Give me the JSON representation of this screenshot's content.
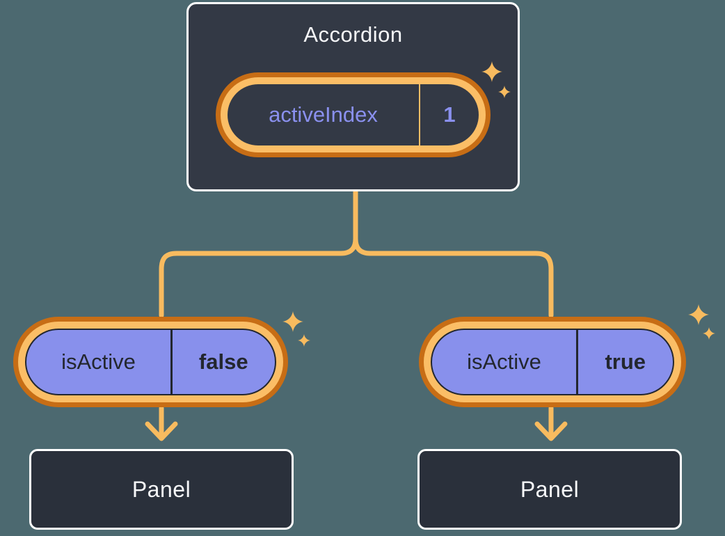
{
  "colors": {
    "background": "#4C6970",
    "card_bg": "#333945",
    "panel_bg": "#2A303B",
    "orange_dark": "#C76D15",
    "orange_light": "#FBBE66",
    "line_orange": "#F8BB5F",
    "purple_fill": "#8890EC",
    "purple_text": "#8A90EE",
    "text_light": "#F6F7F9",
    "text_dark": "#23272F",
    "white": "#FFFFFF"
  },
  "icons": {
    "sparkle": "four-point-star",
    "arrow": "down-chevron-arrow"
  },
  "accordion": {
    "title": "Accordion",
    "state_pill": {
      "label": "activeIndex",
      "value": "1"
    }
  },
  "branches": [
    {
      "side": "left",
      "pill": {
        "label": "isActive",
        "value": "false"
      },
      "panel": {
        "label": "Panel"
      }
    },
    {
      "side": "right",
      "pill": {
        "label": "isActive",
        "value": "true"
      },
      "panel": {
        "label": "Panel"
      }
    }
  ]
}
